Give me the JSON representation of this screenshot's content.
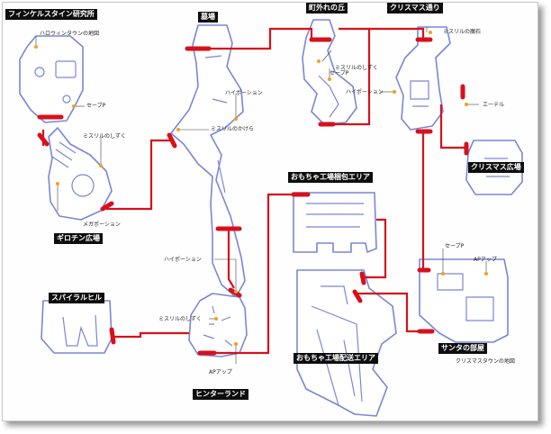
{
  "areas": {
    "lab": "フィンケルスタイン研究所",
    "guillotine": "ギロチン広場",
    "spiral": "スパイラルヒル",
    "graveyard": "墓場",
    "hinterland": "ヒンターランド",
    "hill": "町外れの丘",
    "christmas_street": "クリスマス通り",
    "christmas_plaza": "クリスマス広場",
    "wrapping": "おもちゃ工場梱包エリア",
    "shipping": "おもちゃ工場配送エリア",
    "santa_room": "サンタの部屋"
  },
  "items": {
    "halloween_map": "ハロウィンタウンの地図",
    "save_lab": "セーブP",
    "mythril_lab": "ミスリルのしずく",
    "mega_potion": "メガポーション",
    "hipotion_grave": "ハイポーション",
    "mythril_shard": "ミスリルのかけら",
    "hipotion_hinter": "ハイポーション",
    "mythril_hinter": "ミスリルのしずく",
    "ap_hinter": "APアップ",
    "save_hill": "セーブP",
    "mythril_hill": "ミスリルのしずく",
    "hipotion_hill": "ハイポーション",
    "mythril_stone": "ミスリルの魔石",
    "ether": "エーテル",
    "save_santa": "セーブP",
    "ap_santa": "APアップ",
    "christmas_map": "クリスマスタウンの地図"
  }
}
